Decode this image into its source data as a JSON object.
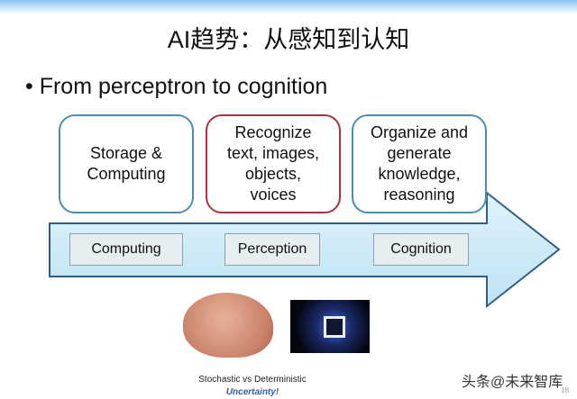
{
  "title": "AI趋势：从感知到认知",
  "bullet": "From perceptron to cognition",
  "boxes": [
    {
      "text": "Storage &\nComputing"
    },
    {
      "text": "Recognize\ntext, images,\nobjects,\nvoices"
    },
    {
      "text": "Organize and\ngenerate\nknowledge,\nreasoning"
    }
  ],
  "stages": [
    "Computing",
    "Perception",
    "Cognition"
  ],
  "caption": "Stochastic vs Deterministic",
  "caption_emphasis": "Uncertainty!",
  "watermark": "头条@未来智库",
  "page_number": "18"
}
